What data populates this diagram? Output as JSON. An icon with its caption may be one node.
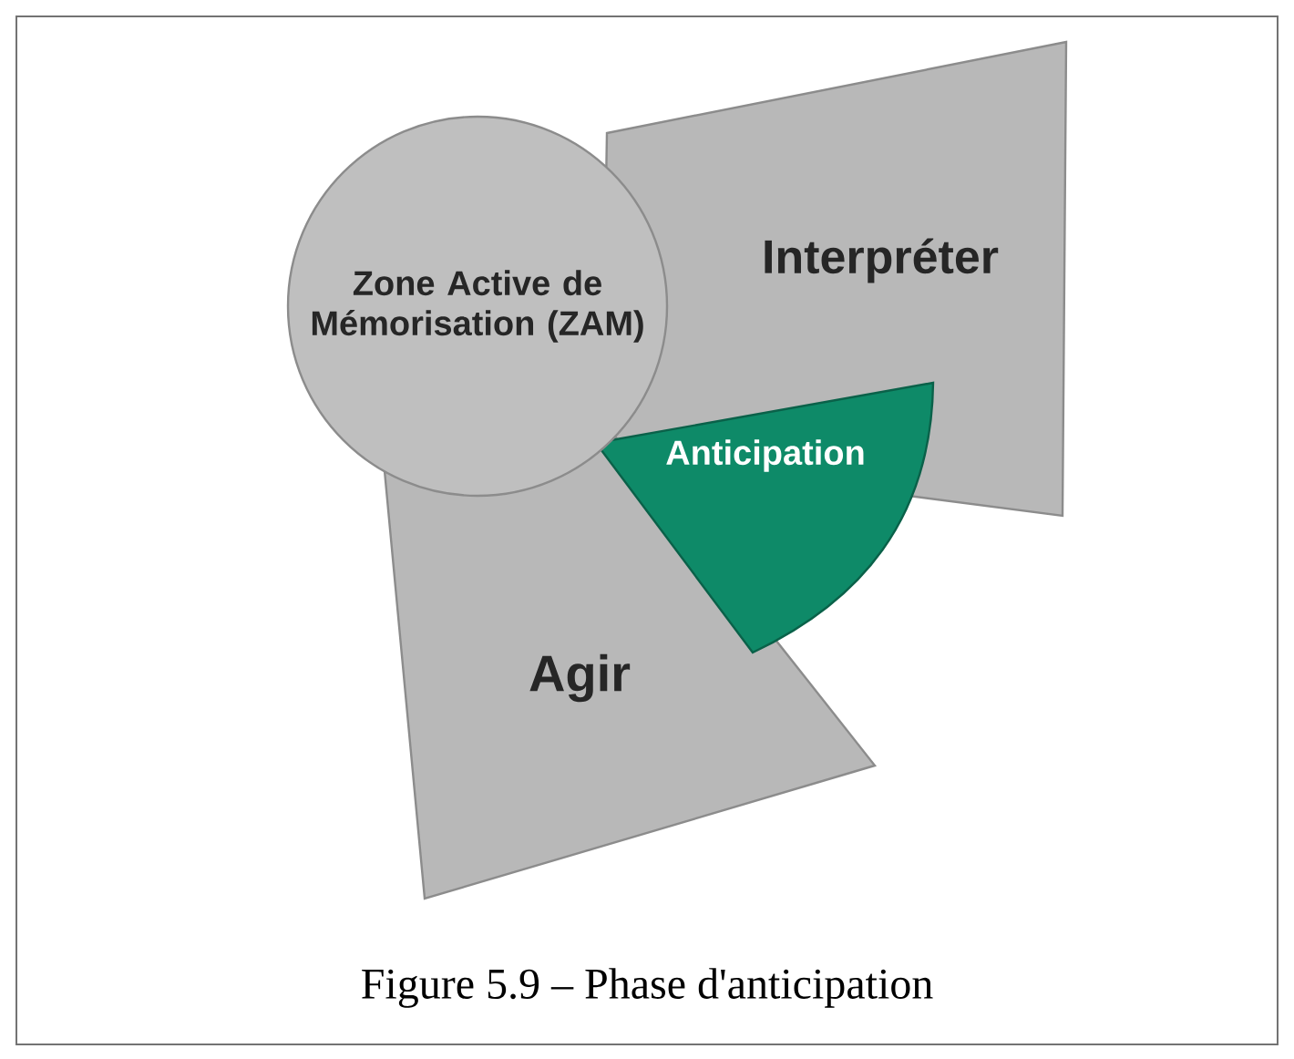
{
  "diagram": {
    "caption": "Figure 5.9 – Phase d'anticipation",
    "nodes": [
      {
        "text": [
          "Zone Active de Mémorisation (ZAM)"
        ]
      },
      {
        "text": [
          "Interpréter"
        ]
      },
      {
        "text": [
          "Anticipation"
        ]
      },
      {
        "text": [
          "Agir"
        ]
      }
    ]
  }
}
